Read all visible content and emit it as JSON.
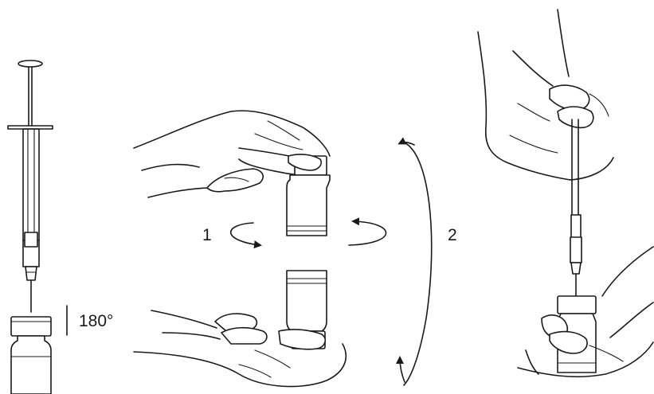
{
  "labels": {
    "step1": "1",
    "step2": "2",
    "rotation": "180°"
  }
}
